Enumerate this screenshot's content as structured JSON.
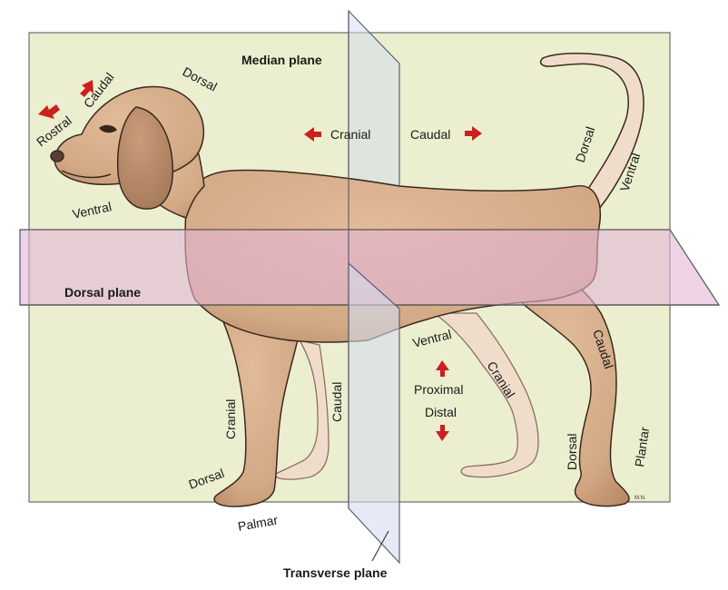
{
  "planes": {
    "median": "Median plane",
    "dorsal": "Dorsal plane",
    "transverse": "Transverse plane"
  },
  "labels": {
    "rostral": "Rostral",
    "caudal_head": "Caudal",
    "dorsal_head": "Dorsal",
    "ventral_head": "Ventral",
    "cranial_center": "Cranial",
    "caudal_center": "Caudal",
    "dorsal_tail": "Dorsal",
    "ventral_tail": "Ventral",
    "ventral_belly": "Ventral",
    "proximal": "Proximal",
    "distal": "Distal",
    "cranial_foreleg": "Cranial",
    "caudal_foreleg": "Caudal",
    "dorsal_forepaw": "Dorsal",
    "palmar": "Palmar",
    "cranial_hindleg": "Cranial",
    "caudal_hindleg": "Caudal",
    "dorsal_hindpaw": "Dorsal",
    "plantar": "Plantar"
  },
  "signature": "M.N.",
  "colors": {
    "median_plane": "#ecefcf",
    "dorsal_plane": "#e2b4d6",
    "transverse_plane": "#d3dcec",
    "dog_fur": "#d5ab88",
    "dog_fur_shade": "#b8896a",
    "far_limb": "#f0dccb",
    "arrow": "#cc1f1f"
  }
}
